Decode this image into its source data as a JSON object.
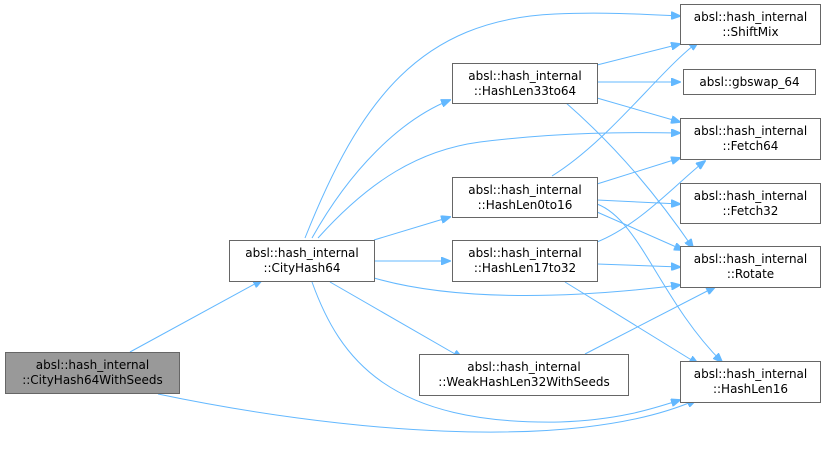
{
  "graph": {
    "edge_color": "#63b8ff",
    "node_border_color": "#666666",
    "current_node_fill": "#999999",
    "nodes": {
      "cityhash64withseeds": {
        "line1": "absl::hash_internal",
        "line2": "::CityHash64WithSeeds"
      },
      "cityhash64": {
        "line1": "absl::hash_internal",
        "line2": "::CityHash64"
      },
      "hashlen33to64": {
        "line1": "absl::hash_internal",
        "line2": "::HashLen33to64"
      },
      "hashlen0to16": {
        "line1": "absl::hash_internal",
        "line2": "::HashLen0to16"
      },
      "hashlen17to32": {
        "line1": "absl::hash_internal",
        "line2": "::HashLen17to32"
      },
      "weakhashlen32withseeds": {
        "line1": "absl::hash_internal",
        "line2": "::WeakHashLen32WithSeeds"
      },
      "shiftmix": {
        "line1": "absl::hash_internal",
        "line2": "::ShiftMix"
      },
      "gbswap64": {
        "line1": "absl::gbswap_64"
      },
      "fetch64": {
        "line1": "absl::hash_internal",
        "line2": "::Fetch64"
      },
      "fetch32": {
        "line1": "absl::hash_internal",
        "line2": "::Fetch32"
      },
      "rotate": {
        "line1": "absl::hash_internal",
        "line2": "::Rotate"
      },
      "hashlen16": {
        "line1": "absl::hash_internal",
        "line2": "::HashLen16"
      }
    }
  }
}
